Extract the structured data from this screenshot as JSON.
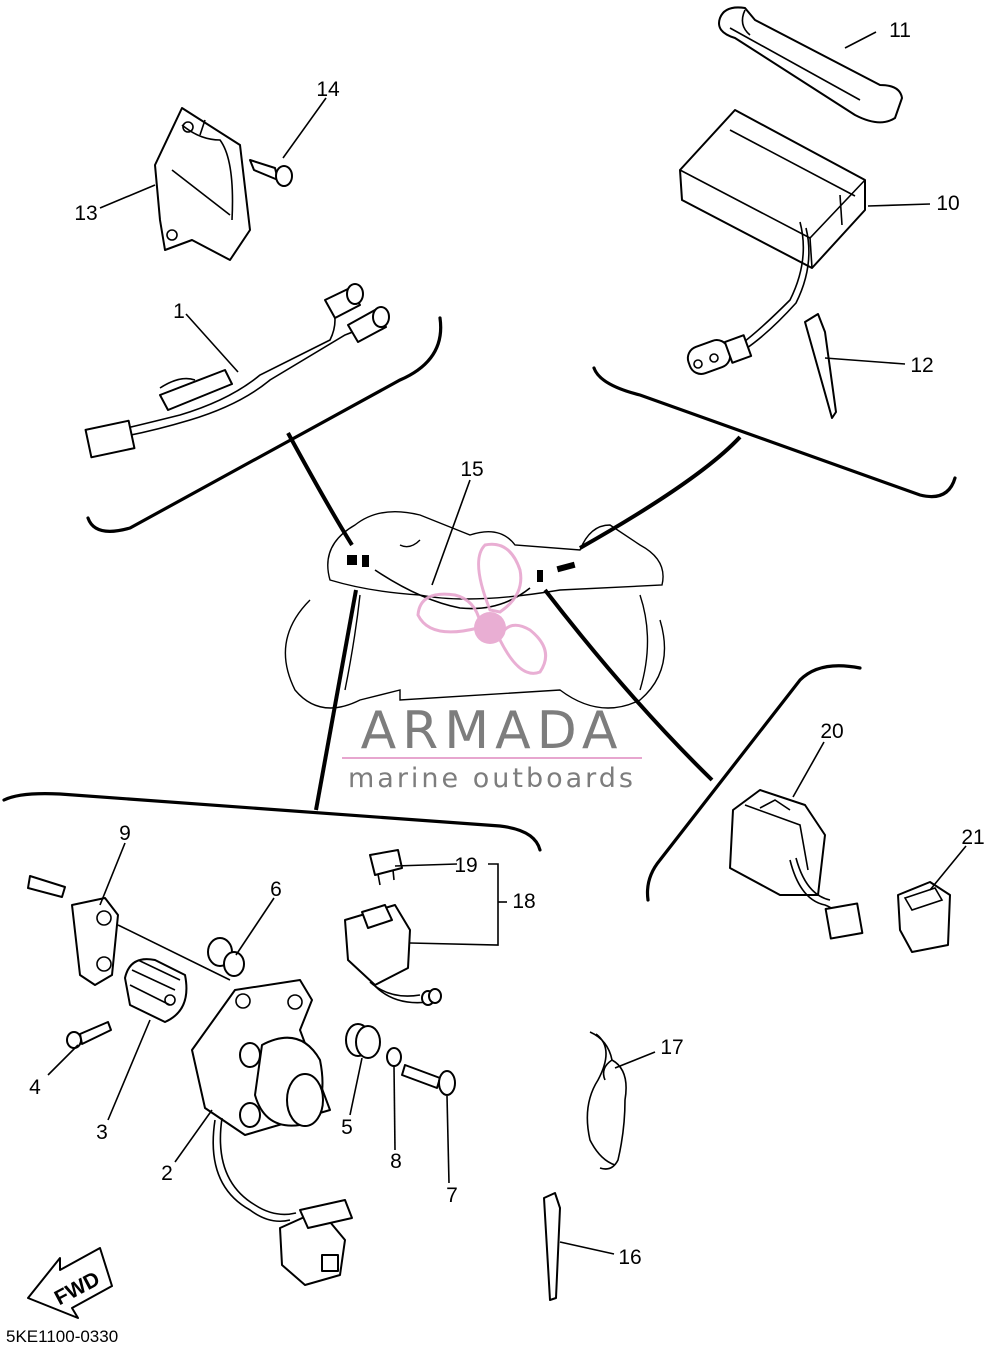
{
  "diagram": {
    "drawing_code": "5KE1100-0330",
    "fwd_label": "FWD",
    "watermark": {
      "brand": "ARMADA",
      "tagline": "marine outboards",
      "brand_color": "#7d7d7d",
      "accent_color": "#e7a6cf"
    },
    "callouts": [
      "1",
      "2",
      "3",
      "4",
      "5",
      "6",
      "7",
      "8",
      "9",
      "10",
      "11",
      "12",
      "13",
      "14",
      "15",
      "16",
      "17",
      "18",
      "19",
      "20",
      "21"
    ]
  }
}
